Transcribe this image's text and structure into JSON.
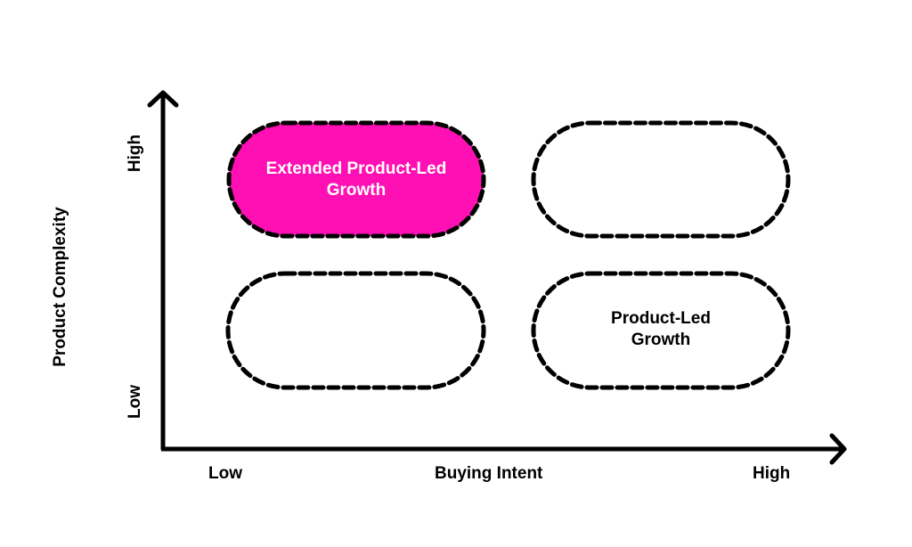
{
  "colors": {
    "highlight_fill": "#FF10B4",
    "stroke": "#000000",
    "background": "#FFFFFF",
    "highlight_text": "#FFFFFF"
  },
  "axes": {
    "y": {
      "title": "Product Complexity",
      "low": "Low",
      "high": "High"
    },
    "x": {
      "title": "Buying Intent",
      "low": "Low",
      "high": "High"
    }
  },
  "quadrants": [
    {
      "position": "top-left",
      "label_line1": "Extended Product-Led",
      "label_line2": "Growth",
      "highlighted": true
    },
    {
      "position": "top-right",
      "label_line1": "",
      "label_line2": "",
      "highlighted": false
    },
    {
      "position": "bottom-left",
      "label_line1": "",
      "label_line2": "",
      "highlighted": false
    },
    {
      "position": "bottom-right",
      "label_line1": "Product-Led",
      "label_line2": "Growth",
      "highlighted": false
    }
  ]
}
